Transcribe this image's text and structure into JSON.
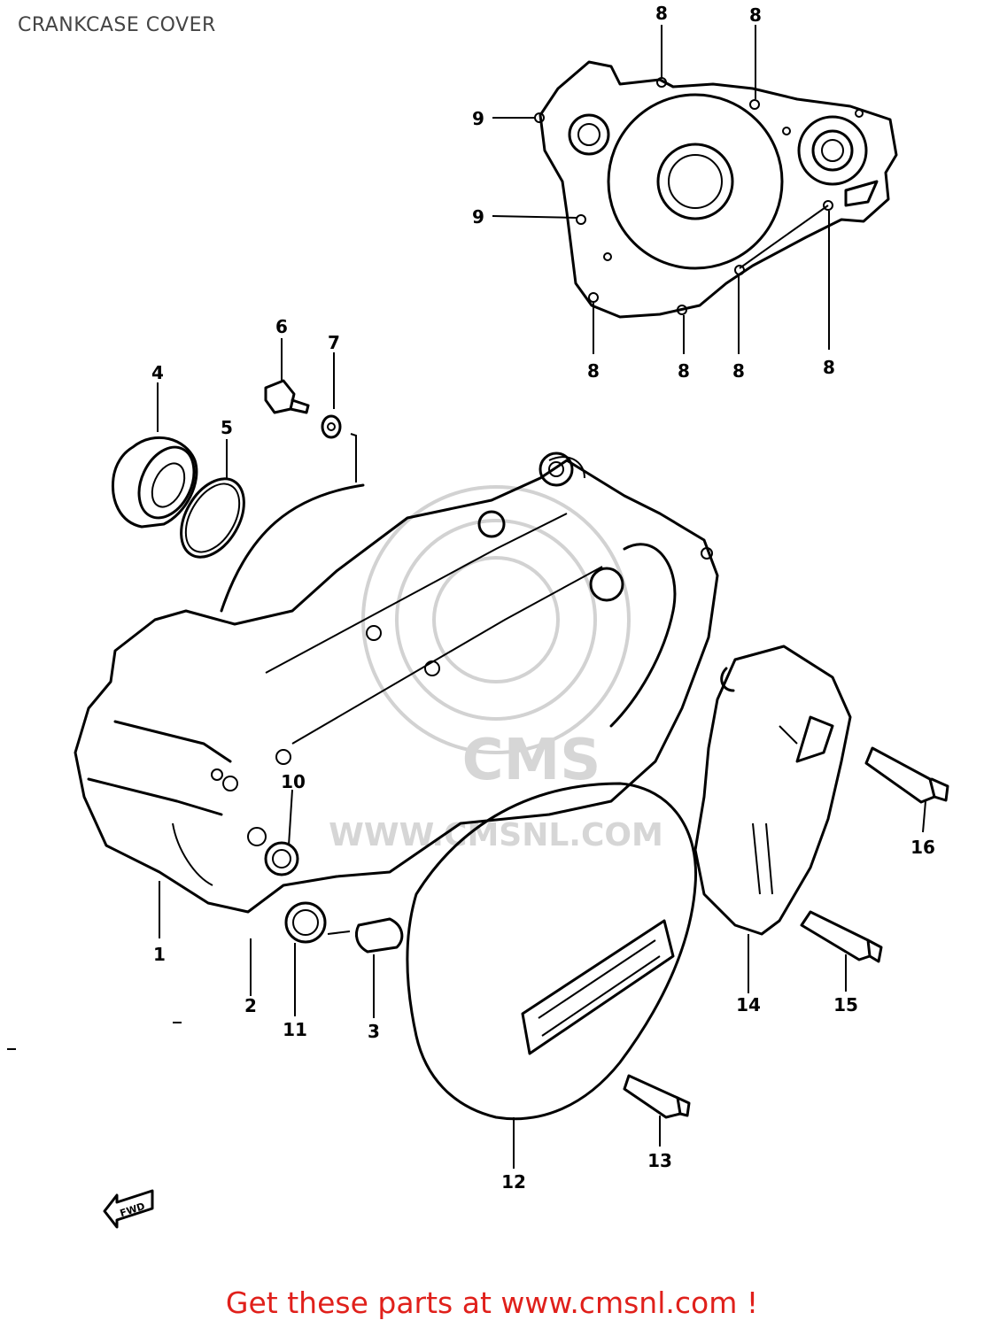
{
  "header": {
    "title": "CRANKCASE COVER"
  },
  "watermark": {
    "logo_text": "CMS",
    "url_text": "WWW.CMSNL.COM"
  },
  "diagram": {
    "arrow_label": "FWD",
    "callouts": [
      {
        "id": "c8a",
        "label": "8"
      },
      {
        "id": "c8b",
        "label": "8"
      },
      {
        "id": "c9a",
        "label": "9"
      },
      {
        "id": "c9b",
        "label": "9"
      },
      {
        "id": "c8c",
        "label": "8"
      },
      {
        "id": "c8d",
        "label": "8"
      },
      {
        "id": "c8e",
        "label": "8"
      },
      {
        "id": "c8f",
        "label": "8"
      },
      {
        "id": "c6",
        "label": "6"
      },
      {
        "id": "c7",
        "label": "7"
      },
      {
        "id": "c4",
        "label": "4"
      },
      {
        "id": "c5",
        "label": "5"
      },
      {
        "id": "c10",
        "label": "10"
      },
      {
        "id": "c1",
        "label": "1"
      },
      {
        "id": "c2",
        "label": "2"
      },
      {
        "id": "c11",
        "label": "11"
      },
      {
        "id": "c3",
        "label": "3"
      },
      {
        "id": "c16",
        "label": "16"
      },
      {
        "id": "c14",
        "label": "14"
      },
      {
        "id": "c15",
        "label": "15"
      },
      {
        "id": "c13",
        "label": "13"
      },
      {
        "id": "c12",
        "label": "12"
      }
    ]
  },
  "footer": {
    "link_text": "Get these parts at www.cmsnl.com !"
  }
}
